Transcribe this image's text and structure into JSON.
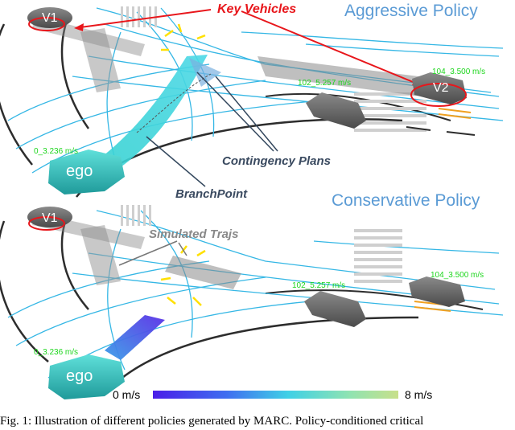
{
  "top_panel": {
    "title": "Aggressive Policy",
    "key_vehicles_label": "Key Vehicles",
    "contingency_label": "Contingency Plans",
    "branchpoint_label": "BranchPoint",
    "vehicles": {
      "v1": "V1",
      "v2": "V2",
      "ego": "ego"
    },
    "speeds": {
      "ego": "0_3.236  m/s",
      "car_mid": "102_5.257  m/s",
      "car_v2": "104_3.500  m/s"
    }
  },
  "bottom_panel": {
    "title": "Conservative Policy",
    "simulated_label": "Simulated Trajs",
    "vehicles": {
      "v1": "V1",
      "ego": "ego"
    },
    "speeds": {
      "ego": "0_3.236  m/s",
      "car_mid": "102_5.257  m/s",
      "car_right": "104_3.500  m/s"
    }
  },
  "colorbar": {
    "min_label": "0 m/s",
    "max_label": "8 m/s",
    "range": [
      0,
      8
    ],
    "unit": "m/s"
  },
  "colors": {
    "title_blue": "#5b9bd5",
    "key_red": "#e8161b",
    "lane_cyan": "#35b7e5",
    "speed_green": "#1dd61d",
    "ego_teal": "#3ecfc8"
  },
  "caption": "Fig. 1: Illustration of different policies generated by MARC. Policy-conditioned critical"
}
